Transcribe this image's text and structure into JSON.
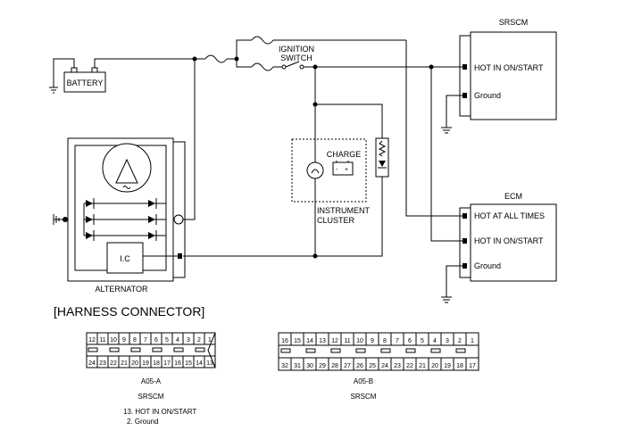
{
  "labels": {
    "battery": "BATTERY",
    "ignition_switch_1": "IGNITION",
    "ignition_switch_2": "SWITCH",
    "alternator": "ALTERNATOR",
    "ic": "I.C",
    "charge": "CHARGE",
    "instrument_cluster_1": "INSTRUMENT",
    "instrument_cluster_2": "CLUSTER"
  },
  "srscm": {
    "title": "SRSCM",
    "pins": [
      "HOT IN ON/START",
      "Ground"
    ]
  },
  "ecm": {
    "title": "ECM",
    "pins": [
      "HOT AT ALL TIMES",
      "HOT IN ON/START",
      "Ground"
    ]
  },
  "harness": {
    "heading": "[HARNESS CONNECTOR]",
    "a05a": {
      "top": [
        "12",
        "11",
        "10",
        "9",
        "8",
        "7",
        "6",
        "5",
        "4",
        "3",
        "2",
        "1"
      ],
      "bottom": [
        "24",
        "23",
        "22",
        "21",
        "20",
        "19",
        "18",
        "17",
        "16",
        "15",
        "14",
        "13"
      ],
      "code": "A05-A",
      "name": "SRSCM",
      "notes": [
        "13. HOT IN ON/START",
        "2. Ground"
      ]
    },
    "a05b": {
      "top": [
        "16",
        "15",
        "14",
        "13",
        "12",
        "11",
        "10",
        "9",
        "8",
        "7",
        "6",
        "5",
        "4",
        "3",
        "2",
        "1"
      ],
      "bottom": [
        "32",
        "31",
        "30",
        "29",
        "28",
        "27",
        "26",
        "25",
        "24",
        "23",
        "22",
        "21",
        "20",
        "19",
        "18",
        "17"
      ],
      "code": "A05-B",
      "name": "SRSCM"
    }
  }
}
